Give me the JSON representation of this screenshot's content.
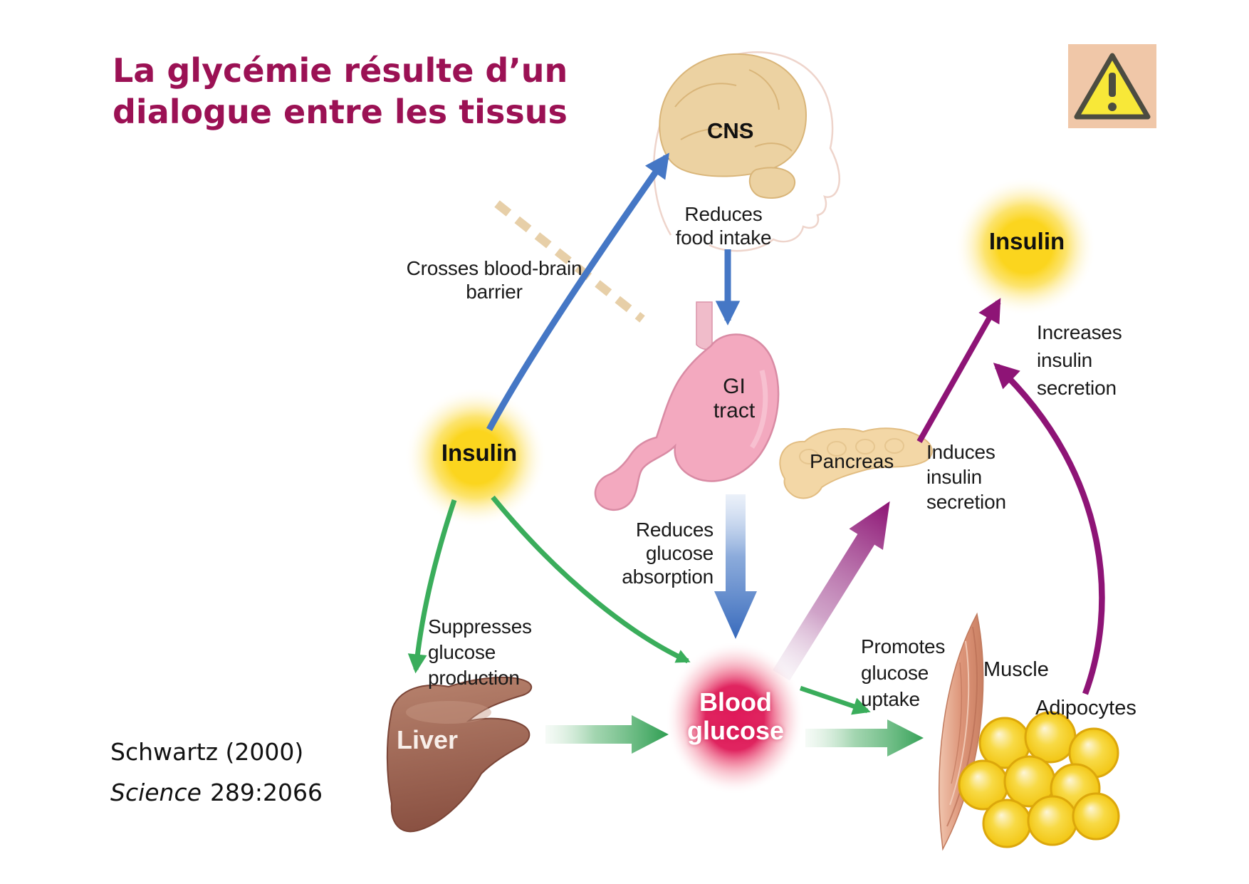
{
  "slide": {
    "title": [
      "La glycémie résulte d’un",
      "dialogue entre les tissus"
    ],
    "citation": {
      "author_year": "Schwartz (2000)",
      "journal": "Science",
      "ref": "289:2066"
    }
  },
  "organs": {
    "cns": "CNS",
    "gi_tract": [
      "GI",
      "tract"
    ],
    "pancreas": "Pancreas",
    "liver": "Liver",
    "muscle": "Muscle",
    "adipocytes": "Adipocytes",
    "insulin_left": "Insulin",
    "insulin_right": "Insulin",
    "blood_glucose": [
      "Blood",
      "glucose"
    ]
  },
  "annotations": {
    "reduces_food_intake": [
      "Reduces",
      "food intake"
    ],
    "crosses_blood_brain_barrier": [
      "Crosses blood-brain",
      "barrier"
    ],
    "reduces_glucose_absorption": [
      "Reduces",
      "glucose",
      "absorption"
    ],
    "suppresses_glucose_production": [
      "Suppresses",
      "glucose",
      "production"
    ],
    "induces_insulin_secretion": [
      "Induces",
      "insulin",
      "secretion"
    ],
    "increases_insulin_secretion": [
      "Increases",
      "insulin",
      "secretion"
    ],
    "promotes_glucose_uptake": [
      "Promotes",
      "glucose",
      "uptake"
    ]
  },
  "colors": {
    "title": "#9b1154",
    "arrow_blue": "#4577c5",
    "arrow_green": "#3aad5b",
    "arrow_purple": "#8e1476",
    "insulin_glow": "#fbd51e",
    "blood_glucose_glow": "#e01a5b",
    "warning_bg": "#f0c7a8"
  }
}
